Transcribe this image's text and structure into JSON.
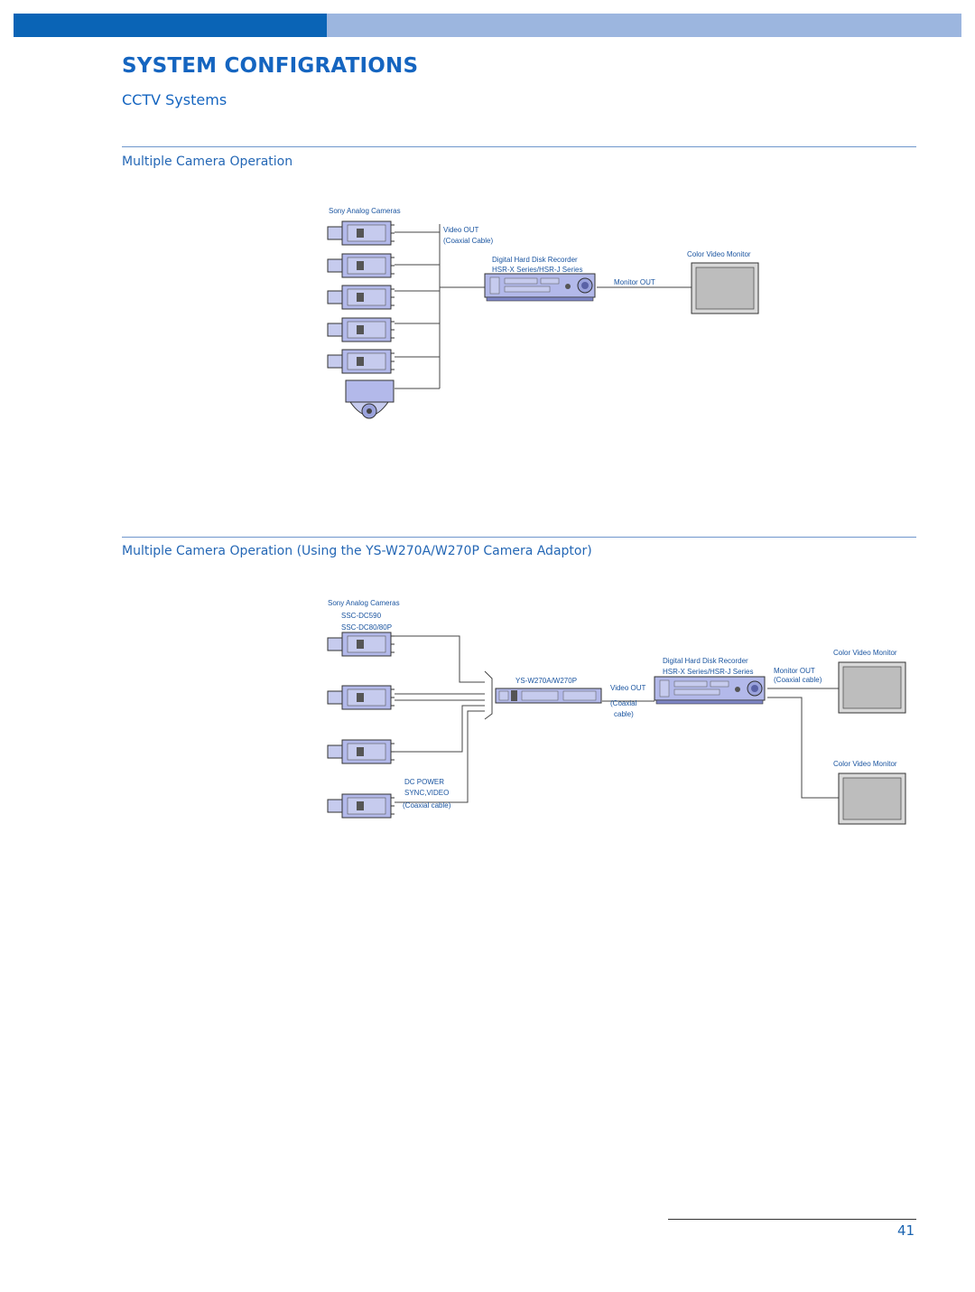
{
  "header": {
    "title": "SYSTEM CONFIGRATIONS",
    "subtitle": "CCTV Systems"
  },
  "section1": {
    "heading": "Multiple Camera Operation",
    "cameras_label": "Sony Analog Cameras",
    "video_out": "Video OUT",
    "coaxial_cable": "(Coaxial Cable)",
    "recorder_label": "Digital Hard Disk Recorder",
    "recorder_series": "HSR-X Series/HSR-J Series",
    "monitor_out": "Monitor OUT",
    "monitor_label": "Color Video Monitor"
  },
  "section2": {
    "heading": "Multiple Camera Operation (Using the YS-W270A/W270P Camera Adaptor)",
    "cameras_label": "Sony Analog Cameras",
    "camera_model1": "SSC-DC590",
    "camera_model2": "SSC-DC80/80P",
    "adaptor_label": "YS-W270A/W270P",
    "video_out": "Video OUT",
    "coaxial_line1": "(Coaxial",
    "coaxial_line2": "cable)",
    "recorder_label": "Digital Hard Disk Recorder",
    "recorder_series": "HSR-X Series/HSR-J Series",
    "monitor_out": "Monitor OUT",
    "monitor_coaxial": "(Coaxial cable)",
    "monitor_label_top": "Color Video Monitor",
    "monitor_label_bottom": "Color Video Monitor",
    "dc_power": "DC POWER",
    "sync_video": "SYNC,VIDEO",
    "coaxial_cable2": "(Coaxial cable)"
  },
  "footer": {
    "page_number": "41"
  }
}
